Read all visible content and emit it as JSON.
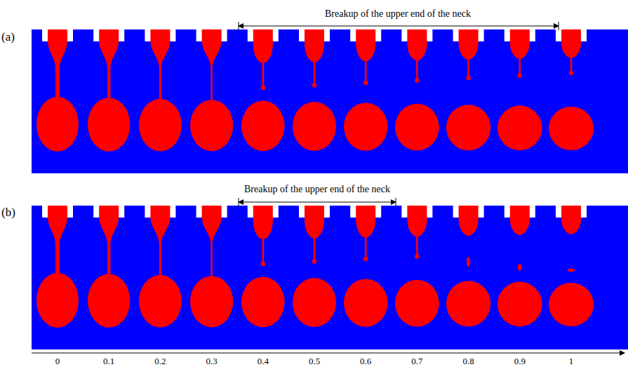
{
  "diagram": {
    "labels": [
      "(a)",
      "Breakup of the upper end of the neck",
      "(b)",
      "Breakup of the upper end of the neck",
      "0",
      "0.1",
      "0.2",
      "0.3",
      "0.4",
      "0.5",
      "0.6",
      "0.7",
      "0.8",
      "0.9",
      "1"
    ]
  }
}
